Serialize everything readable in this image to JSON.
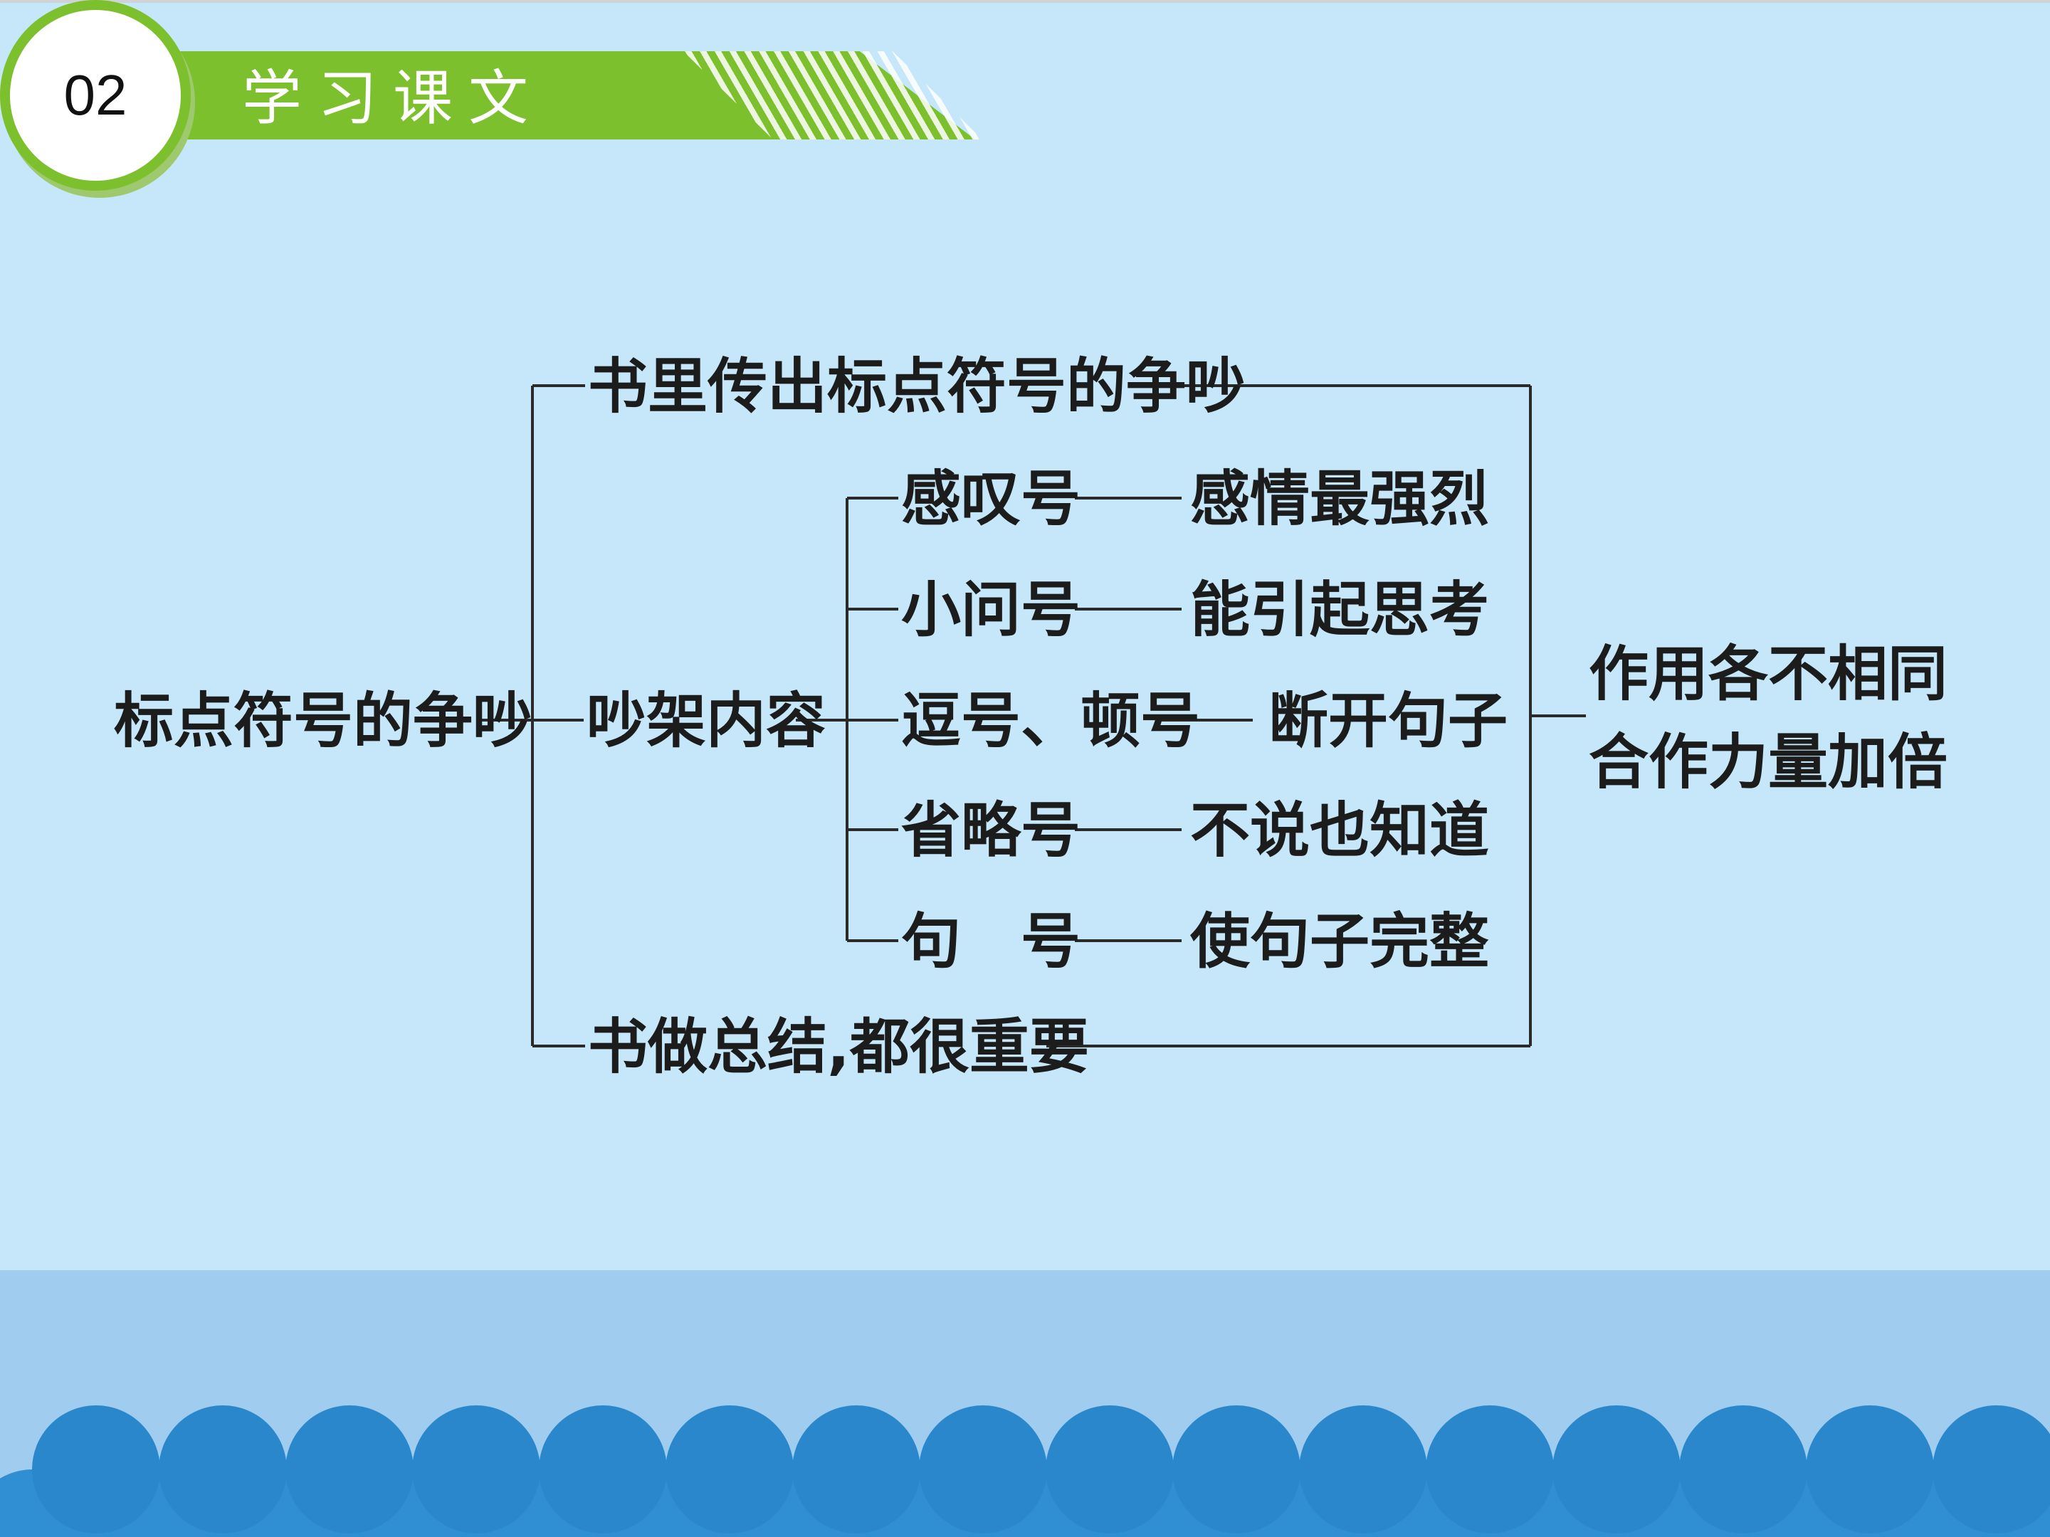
{
  "header": {
    "number": "02",
    "title": "学习课文"
  },
  "diagram": {
    "root": "标点符号的争吵",
    "top_branch": "书里传出标点符号的争吵",
    "middle_branch": "吵架内容",
    "bottom_branch": "书做总结,都很重要",
    "items": [
      {
        "mark": "感叹号",
        "meaning": "感情最强烈"
      },
      {
        "mark": "小问号",
        "meaning": "能引起思考"
      },
      {
        "mark": "逗号、顿号",
        "meaning": "断开句子"
      },
      {
        "mark": "省略号",
        "meaning": "不说也知道"
      },
      {
        "mark": "句　号",
        "meaning": "使句子完整"
      }
    ],
    "conclusion_line1": "作用各不相同",
    "conclusion_line2": "合作力量加倍"
  },
  "colors": {
    "background": "#c5e7f9",
    "header_green": "#7dc02d",
    "wave_blue": "#2a87cc",
    "band_blue": "#9fccef",
    "text": "#1c1c1c"
  }
}
